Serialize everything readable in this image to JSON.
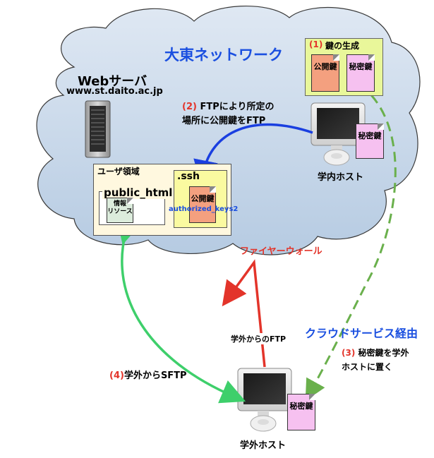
{
  "network_title": "大東ネットワーク",
  "webserver": {
    "title": "Webサーバ",
    "host": "www.st.daito.ac.jp"
  },
  "user_area": {
    "title": "ユーザ領域",
    "public_html": "public_html",
    "resource_doc": "情報\nリソース",
    "ssh_folder": ".ssh",
    "ssh_doc": "公開鍵",
    "authorized_keys": "authorized_keys2"
  },
  "keygen": {
    "step_num": "(1)",
    "step_label": "鍵の生成",
    "public_key": "公開鍵",
    "private_key": "秘密鍵"
  },
  "campus_host": {
    "label": "学内ホスト",
    "private_key": "秘密鍵"
  },
  "step2": {
    "num": "(2)",
    "line1": "FTPにより所定の",
    "line2": "場所に公開鍵をFTP"
  },
  "firewall_label": "ファイヤーウォール",
  "cloud_label": "クラウドサービス経由",
  "step3": {
    "num": "(3)",
    "line1": "秘密鍵を学外",
    "line2": "ホストに置く"
  },
  "ftp_from_outside": "学外からのFTP",
  "step4": {
    "num": "(4)",
    "label": "学外からSFTP"
  },
  "external_host": {
    "label": "学外ホスト",
    "private_key": "秘密鍵"
  },
  "colors": {
    "cloud_fill": "#c9d9ea",
    "green_arrow": "#3ecf6b",
    "dashed_green": "#6ab04c",
    "blue_arrow": "#1a3fe0",
    "red": "#e3342a",
    "keygen_box": "#e9f79a",
    "public_key_doc": "#f4a07f",
    "private_key_doc": "#f6c1f0",
    "user_area_box": "#fff8df",
    "ssh_box": "#fafaa0"
  }
}
